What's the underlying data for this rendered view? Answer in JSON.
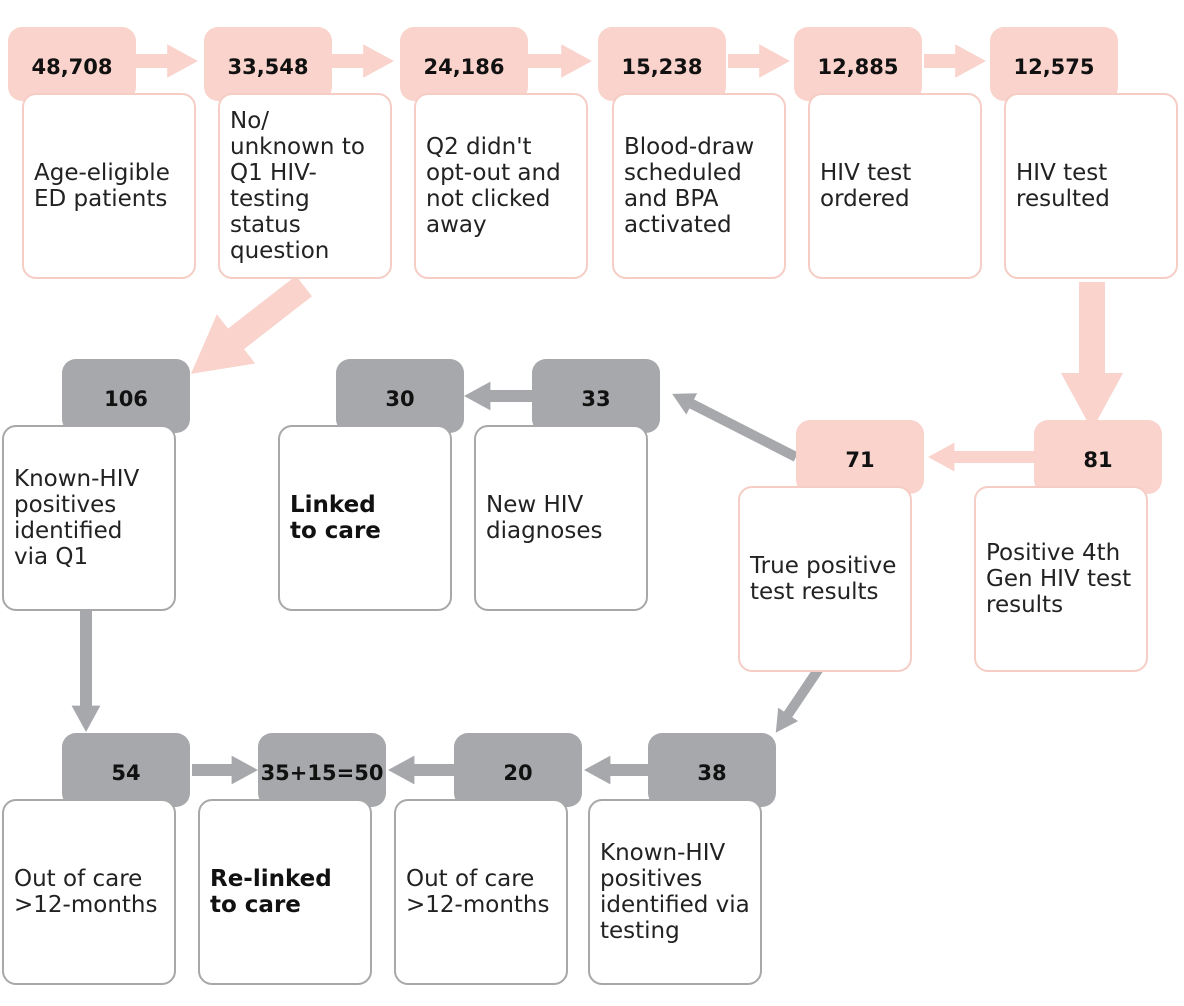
{
  "colors": {
    "pink": "#f9d3cc",
    "gray": "#a7a8ab",
    "text": "#222222"
  },
  "top_row": [
    {
      "value": "48,708",
      "label": "Age-eligible\nED patients"
    },
    {
      "value": "33,548",
      "label": "No/\nunknown to\nQ1 HIV-\ntesting\nstatus\nquestion"
    },
    {
      "value": "24,186",
      "label": "Q2 didn't\nopt-out and\nnot clicked\naway"
    },
    {
      "value": "15,238",
      "label": "Blood-draw\nscheduled\nand BPA\nactivated"
    },
    {
      "value": "12,885",
      "label": "HIV test\nordered"
    },
    {
      "value": "12,575",
      "label": "HIV test\nresulted"
    }
  ],
  "middle_row": [
    {
      "value": "106",
      "label": "Known-HIV\npositives\nidentified\nvia Q1"
    },
    {
      "value": "30",
      "label": "Linked\nto care"
    },
    {
      "value": "33",
      "label": "New HIV\ndiagnoses"
    },
    {
      "value": "71",
      "label": "True positive\ntest results"
    },
    {
      "value": "81",
      "label": "Positive 4th\nGen HIV test\nresults"
    }
  ],
  "bottom_row": [
    {
      "value": "54",
      "label": "Out of care\n>12-months"
    },
    {
      "value": "35+15=50",
      "label": "Re-linked\nto care"
    },
    {
      "value": "20",
      "label": "Out of care\n>12-months"
    },
    {
      "value": "38",
      "label": "Known-HIV\npositives\nidentified via\ntesting"
    }
  ]
}
